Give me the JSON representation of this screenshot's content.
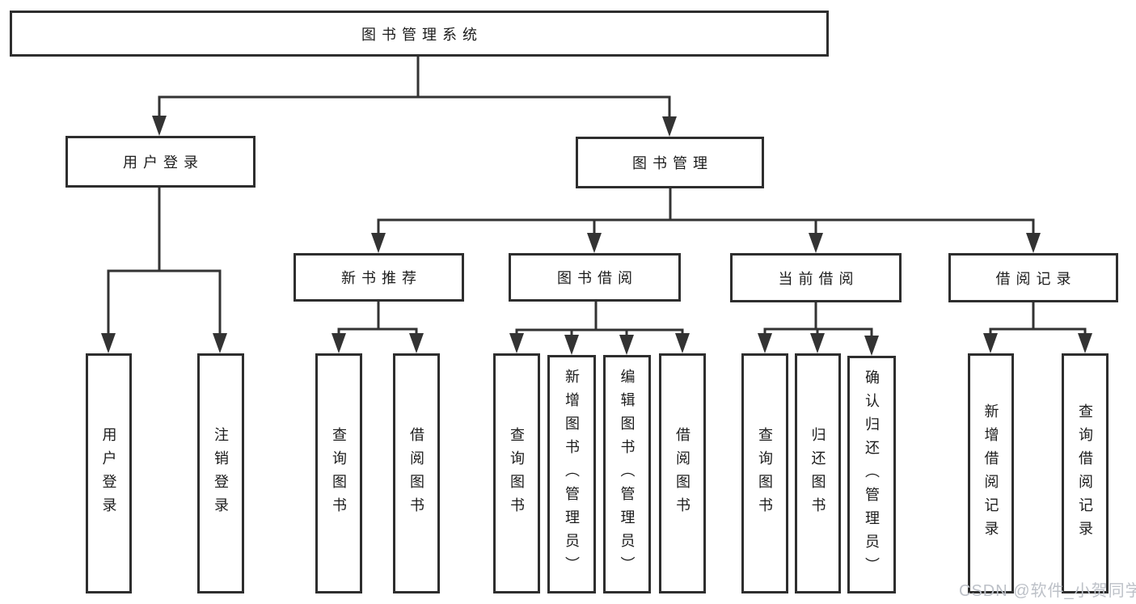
{
  "tree": {
    "root": "图书管理系统",
    "branches": [
      {
        "label": "用户登录",
        "children": [
          "用户登录",
          "注销登录"
        ]
      },
      {
        "label": "图书管理",
        "children": [
          {
            "label": "新书推荐",
            "children": [
              "查询图书",
              "借阅图书"
            ]
          },
          {
            "label": "图书借阅",
            "children": [
              "查询图书",
              "新增图书（管理员）",
              "编辑图书（管理员）",
              "借阅图书"
            ]
          },
          {
            "label": "当前借阅",
            "children": [
              "查询图书",
              "归还图书",
              "确认归还（管理员）"
            ]
          },
          {
            "label": "借阅记录",
            "children": [
              "新增借阅记录",
              "查询借阅记录"
            ]
          }
        ]
      }
    ]
  },
  "watermark": {
    "text": "CSDN @软件_小贺同学"
  },
  "colors": {
    "line": "#333333",
    "border": "#2e2e2e",
    "text": "#1c1c1c",
    "watermark": "#bdc1c8",
    "background": "#ffffff"
  }
}
